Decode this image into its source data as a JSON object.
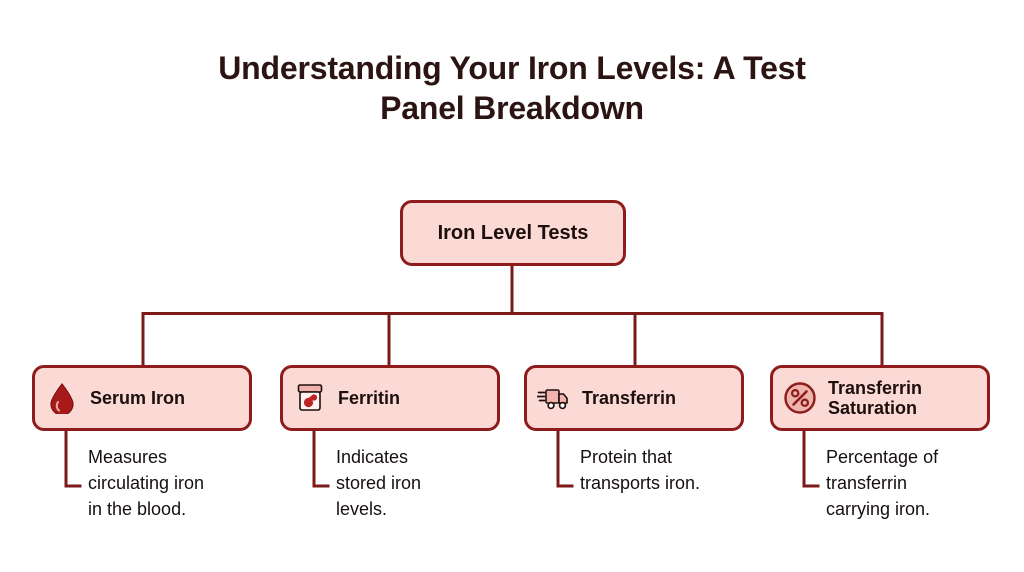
{
  "title": {
    "line1": "Understanding Your Iron Levels: A Test",
    "line2": "Panel Breakdown"
  },
  "colors": {
    "node_fill": "#fbd9d5",
    "node_border": "#8e1c1c",
    "connector": "#7c1a1a",
    "title_text": "#2b1411",
    "body_text": "#16100f",
    "icon_red": "#b32020"
  },
  "root": {
    "label": "Iron Level Tests"
  },
  "children": [
    {
      "label": "Serum Iron",
      "icon": "blood-drop-icon",
      "description": "Measures\ncirculating iron\nin the blood."
    },
    {
      "label": "Ferritin",
      "icon": "storage-jar-icon",
      "description": "Indicates\nstored iron\nlevels."
    },
    {
      "label": "Transferrin",
      "icon": "delivery-truck-icon",
      "description": "Protein that\ntransports iron."
    },
    {
      "label": "Transferrin\nSaturation",
      "icon": "percent-circle-icon",
      "description": "Percentage of\ntransferrin\ncarrying iron."
    }
  ],
  "diagram_data": {
    "type": "tree",
    "orientation": "top-down",
    "root": "Iron Level Tests",
    "leaf_count": 4,
    "leaves": [
      "Serum Iron",
      "Ferritin",
      "Transferrin",
      "Transferrin Saturation"
    ]
  }
}
